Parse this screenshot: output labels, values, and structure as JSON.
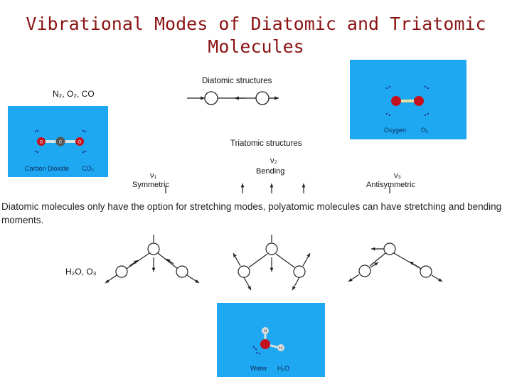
{
  "title": "Vibrational Modes of Diatomic and Triatomic Molecules",
  "diatomic": {
    "heading": "Diatomic structures",
    "formula": "N₂, O₂, CO"
  },
  "triatomic": {
    "heading": "Triatomic structures",
    "symmetric": {
      "symbol": "ν₁",
      "name": "Symmetric"
    },
    "bending": {
      "symbol": "ν₂",
      "name": "Bending"
    },
    "antisymmetric": {
      "symbol": "ν₃",
      "name": "Antisymmetric"
    },
    "formula": "H₂O, O₃"
  },
  "statement": "Diatomic molecules only have the option for stretching modes, polyatomic molecules can have stretching and bending moments.",
  "panels": {
    "co2": {
      "name": "Carbon Dioxide",
      "formula": "CO₂",
      "atoms": [
        "O",
        "C",
        "O"
      ]
    },
    "o2": {
      "name": "Oxygen",
      "formula": "O₂"
    },
    "h2o": {
      "name": "Water",
      "formula": "H₂O",
      "atoms": [
        "H",
        "H"
      ]
    }
  },
  "colors": {
    "panel": "#1fa8f2",
    "oxygen": "#c4121f",
    "carbon": "#555555",
    "hydrogen": "#dcdcdc",
    "title": "#8b1414"
  }
}
